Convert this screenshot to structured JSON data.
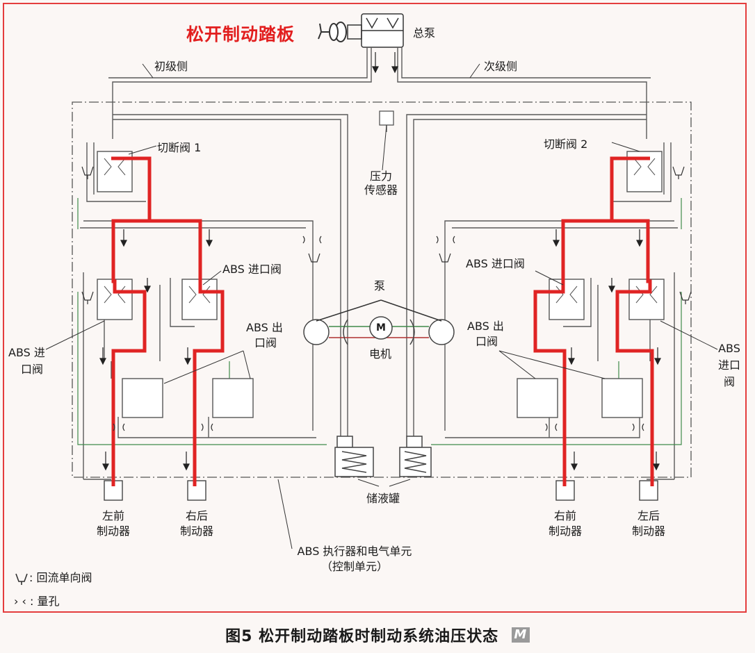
{
  "title": "松开制动踏板",
  "labels": {
    "master_cylinder": "总泵",
    "primary_side": "初级侧",
    "secondary_side": "次级侧",
    "cutoff_valve_1": "切断阀  1",
    "cutoff_valve_2": "切断阀  2",
    "pressure_sensor_line1": "压力",
    "pressure_sensor_line2": "传感器",
    "abs_inlet_valve_mid_left": "ABS 进口阀",
    "abs_inlet_valve_mid_right": "ABS 进口阀",
    "abs_inlet_left_line1": "ABS 进",
    "abs_inlet_left_line2": "口阀",
    "abs_inlet_right_line1": "ABS",
    "abs_inlet_right_line2": "进口",
    "abs_inlet_right_line3": "阀",
    "abs_outlet_left_line1": "ABS 出",
    "abs_outlet_left_line2": "口阀",
    "abs_outlet_right_line1": "ABS 出",
    "abs_outlet_right_line2": "口阀",
    "pump": "泵",
    "motor": "电机",
    "motor_symbol": "M",
    "reservoir": "储液罐",
    "front_left_line1": "左前",
    "front_left_line2": "制动器",
    "rear_right_line1": "右后",
    "rear_right_line2": "制动器",
    "front_right_line1": "右前",
    "front_right_line2": "制动器",
    "rear_left_line1": "左后",
    "rear_left_line2": "制动器",
    "actuator_line1": "ABS 执行器和电气单元",
    "actuator_line2": "（控制单元）"
  },
  "legend": [
    {
      "symbol_icon": "check-valve-symbol",
      "text": ": 回流单向阀"
    },
    {
      "symbol_text": "› ‹",
      "text": ": 量孔"
    }
  ],
  "caption": "图5 松开制动踏板时制动系统油压状态",
  "logo": "M",
  "colors": {
    "border": "#e43d3d",
    "pressure_line": "#e02424",
    "pipe": "#5a5a5a",
    "pipe_green": "#3f8a4a",
    "background": "#fbf7f5"
  }
}
